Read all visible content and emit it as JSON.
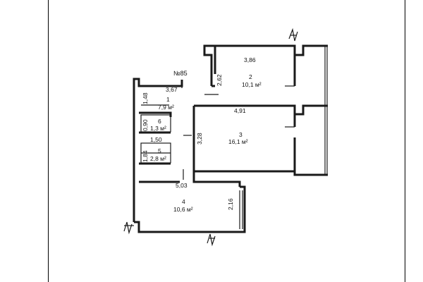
{
  "plan": {
    "apartment_label": "№85"
  },
  "rooms": [
    {
      "id": "1",
      "number": "1",
      "area": "7,9 м²"
    },
    {
      "id": "2",
      "number": "2",
      "area": "10,1 м²"
    },
    {
      "id": "3",
      "number": "3",
      "area": "16,1 м²"
    },
    {
      "id": "4",
      "number": "4",
      "area": "10,6 м²"
    },
    {
      "id": "5",
      "number": "5",
      "area": "2,8 м²"
    },
    {
      "id": "6",
      "number": "6",
      "area": "1,3 м²"
    }
  ],
  "dimensions": {
    "d_386": "3,86",
    "d_262": "2,62",
    "d_367": "3,67",
    "d_148": "1,48",
    "d_491": "4,91",
    "d_090": "0,90",
    "d_328": "3,28",
    "d_150": "1,50",
    "d_184": "1,84",
    "d_503": "5,03",
    "d_216": "2,16"
  },
  "colors": {
    "wall": "#1a1a1a",
    "line": "#000000",
    "background": "#ffffff"
  }
}
